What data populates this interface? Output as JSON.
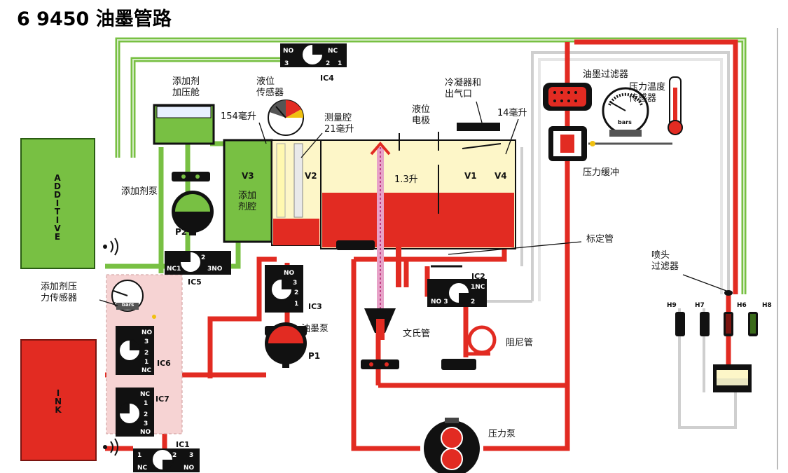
{
  "title": "6 9450 油墨管路",
  "colors": {
    "ink": "#e22b22",
    "additive": "#78c043",
    "air": "#d6d6d6",
    "valve": "#111111",
    "zone": "#f6d3d3",
    "fluid_top": "#fdf6c8"
  },
  "tanks": {
    "additive_label": "ADDITIVE",
    "ink_label": "INK"
  },
  "valves": {
    "ic1": {
      "name": "IC1",
      "p1": "1",
      "p2": "2",
      "p3": "3",
      "nc": "NC",
      "no": "NO"
    },
    "ic2": {
      "name": "IC2",
      "p1": "1NC",
      "p2": "2",
      "p3": "NO 3"
    },
    "ic3": {
      "name": "IC3",
      "p1": "NO",
      "p2": "3",
      "p3": "2",
      "p4": "1"
    },
    "ic4": {
      "name": "IC4",
      "p1": "NO",
      "p2": "NC",
      "p3": "3",
      "p4": "2",
      "p5": "1"
    },
    "ic5": {
      "name": "IC5",
      "p1": "NC1",
      "p2": "2",
      "p3": "3NO"
    },
    "ic6": {
      "name": "IC6",
      "p1": "NO",
      "p2": "3",
      "p3": "2",
      "p4": "1",
      "p5": "NC"
    },
    "ic7": {
      "name": "IC7",
      "p1": "NC",
      "p2": "1",
      "p3": "2",
      "p4": "3",
      "p5": "NO"
    }
  },
  "labels": {
    "additive_chamber_pressurize": "添加剂\n加压舱",
    "level_sensor": "液位\n传感器",
    "vol_154": "154毫升",
    "measure_chamber": "测量腔\n21毫升",
    "level_electrode": "液位\n电极",
    "condenser_outlet": "冷凝器和\n出气口",
    "vol_14": "14毫升",
    "ink_filter": "油墨过滤器",
    "pt_sensor": "压力温度\n传感器",
    "pressure_buffer": "压力缓冲",
    "additive_pump": "添加剂泵",
    "additive_chamber": "添加\n剂腔",
    "vol_13": "1.3升",
    "calibration_tube": "标定管",
    "nozzle_filter": "喷头\n过滤器",
    "additive_pressure_sensor": "添加剂压\n力传感器",
    "ink_pump": "油墨泵",
    "venturi": "文氏管",
    "damper_tube": "阻尼管",
    "pressure_pump": "压力泵",
    "p1": "P1",
    "p2": "P2",
    "v1": "V1",
    "v2": "V2",
    "v3": "V3",
    "v4": "V4",
    "h6": "H6",
    "h7": "H7",
    "h8": "H8",
    "h9": "H9",
    "bars1": "bars",
    "bars2": "bars"
  }
}
